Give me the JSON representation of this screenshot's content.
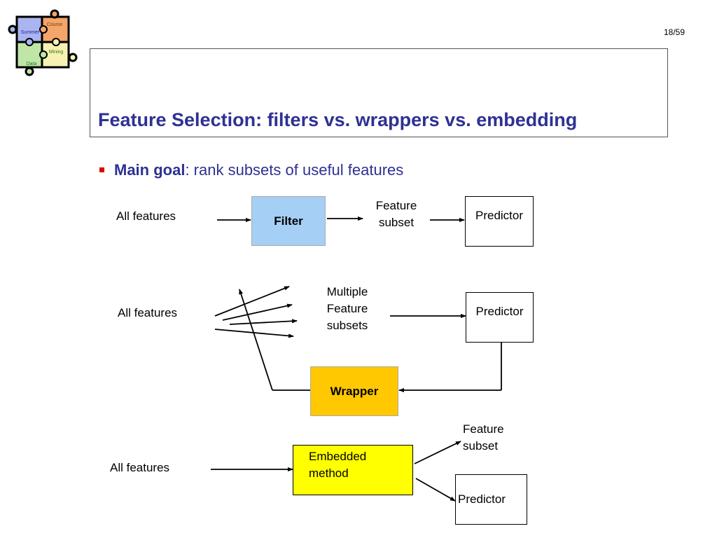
{
  "slide": {
    "page_number": "18/59",
    "title": "Feature Selection: filters vs. wrappers vs. embedding",
    "goal_key": "Main goal",
    "goal_text": ": rank subsets of useful features"
  },
  "logo": {
    "words": [
      "Course",
      "Summer",
      "Mining",
      "Data"
    ],
    "colors": [
      "#f4a56a",
      "#aab4f0",
      "#f7f1b4",
      "#bfe6a6"
    ]
  },
  "filter_row": {
    "input_label": "All features",
    "box_label": "Filter",
    "output_label": "Feature subset",
    "predictor_label": "Predictor",
    "box_color": "#a6cff5"
  },
  "wrapper_row": {
    "input_label": "All features",
    "subsets_label": "Multiple Feature subsets",
    "predictor_label": "Predictor",
    "box_label": "Wrapper",
    "box_color": "#ffc800"
  },
  "embedded_row": {
    "input_label": "All features",
    "box_label": "Embedded method",
    "output_label": "Feature subset",
    "predictor_label": "Predictor",
    "box_color": "#ffff00"
  }
}
